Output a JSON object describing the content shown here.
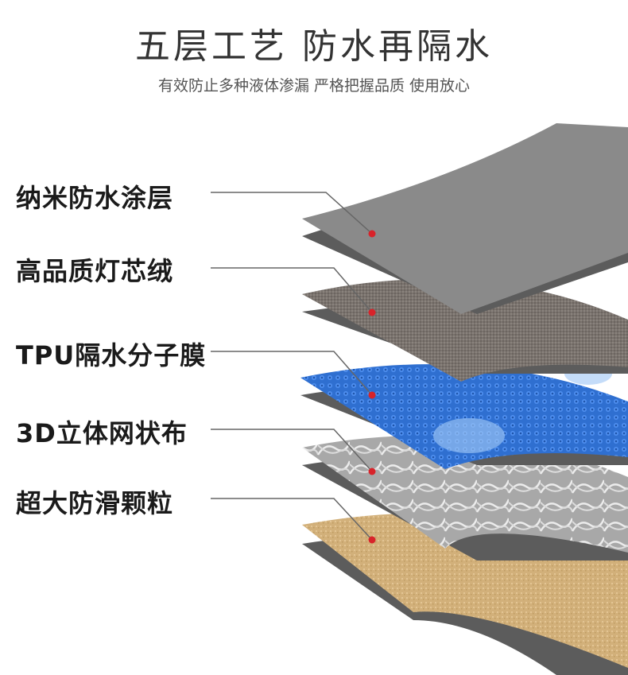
{
  "header": {
    "title": "五层工艺  防水再隔水",
    "subtitle": "有效防止多种液体渗漏 严格把握品质 使用放心"
  },
  "layers": [
    {
      "label": "纳米防水涂层",
      "color": "#8a8a8a"
    },
    {
      "label": "高品质灯芯绒",
      "color": "#7a736e"
    },
    {
      "label": "TPU隔水分子膜",
      "color": "#2f6fd0"
    },
    {
      "label": "3D立体网状布",
      "color": "#b9b9b9"
    },
    {
      "label": "超大防滑颗粒",
      "color": "#d2b07a"
    }
  ],
  "colors": {
    "marker": "#d8232a",
    "edge": "#5c5c5c",
    "leader_line": "#666666"
  }
}
